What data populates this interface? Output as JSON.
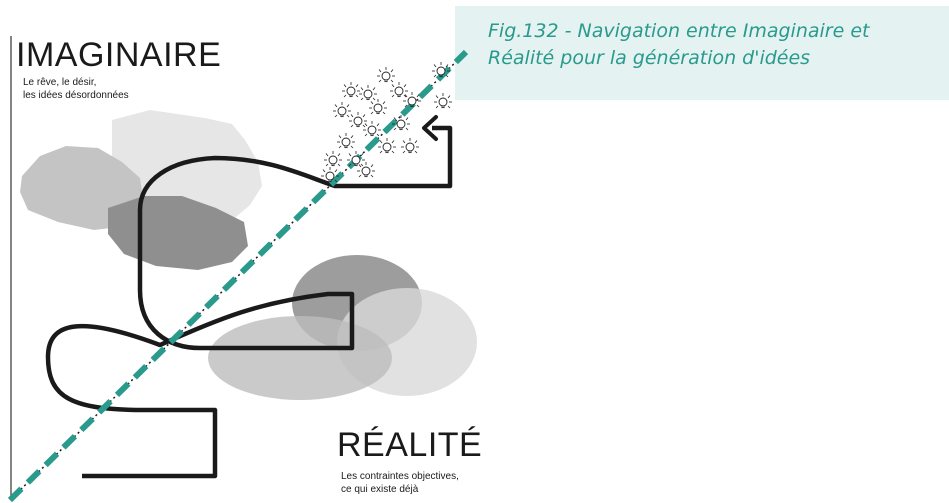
{
  "caption": {
    "line1": "Fig.132 - Navigation entre Imaginaire et",
    "line2": "Réalité pour la génération d'idées"
  },
  "imaginaire": {
    "title": "IMAGINAIRE",
    "line1": "Le rêve, le désir,",
    "line2": "les idées désordonnées"
  },
  "realite": {
    "title": "RÉALITÉ",
    "line1": "Les contraintes objectives,",
    "line2": "ce qui existe déjà"
  },
  "colors": {
    "accent": "#2a9a8d",
    "caption_bg": "#e4f2f1",
    "path": "#1a1a1a"
  },
  "icons": [
    "lightbulb-icon",
    "arrowhead-icon"
  ]
}
